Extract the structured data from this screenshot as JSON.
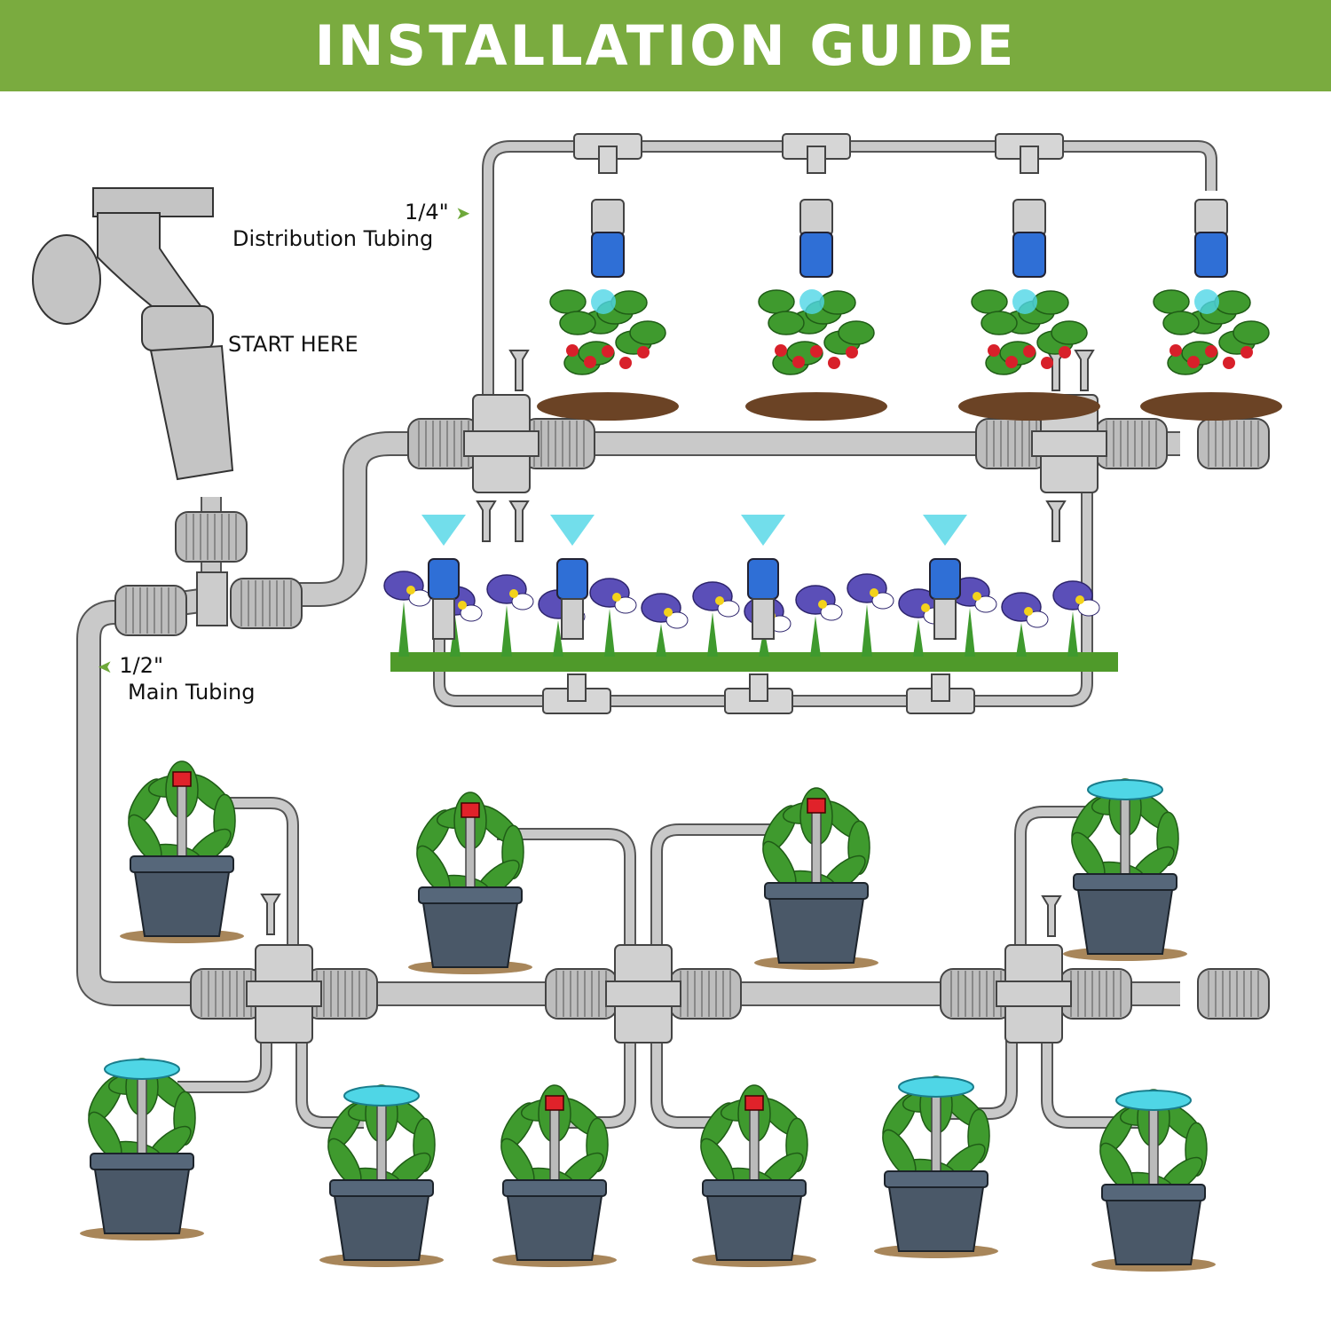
{
  "header": {
    "title": "INSTALLATION GUIDE"
  },
  "labels": {
    "start": "START HERE",
    "distribution_size": "1/4\"",
    "distribution_name": "Distribution Tubing",
    "main_size": "1/2\"",
    "main_name": "Main Tubing"
  },
  "icons": {
    "faucet": "faucet-icon",
    "arrow": "arrow-pointer-icon"
  },
  "colors": {
    "header": "#7aab3f",
    "tube_fill": "#c9c9c9",
    "tube_outline": "#555555",
    "emitter_blue": "#2f6fd6",
    "pot": "#4a5868",
    "leaf": "#3f9a2e",
    "iris": "#5b4fb8",
    "strawberry": "#d8202a",
    "soil": "#6b4325",
    "water": "#4fd6e6"
  }
}
